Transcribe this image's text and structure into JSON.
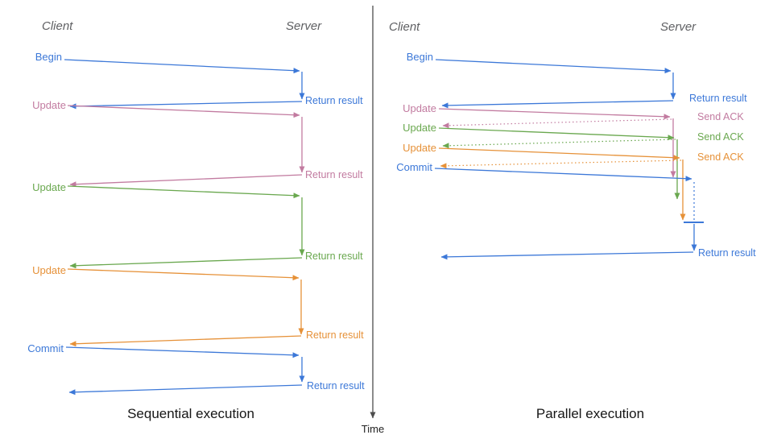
{
  "colors": {
    "blue": "#3c78d8",
    "pink": "#c27ba0",
    "green": "#6aa84f",
    "orange": "#e69138",
    "axis": "#4d4d4d"
  },
  "time_axis": {
    "label": "Time"
  },
  "left_panel": {
    "client_label": "Client",
    "server_label": "Server",
    "title": "Sequential execution",
    "messages": [
      {
        "label": "Begin",
        "response": "Return result",
        "color": "blue"
      },
      {
        "label": "Update",
        "response": "Return result",
        "color": "pink"
      },
      {
        "label": "Update",
        "response": "Return result",
        "color": "green"
      },
      {
        "label": "Update",
        "response": "Return result",
        "color": "orange"
      },
      {
        "label": "Commit",
        "response": "Return result",
        "color": "blue"
      }
    ]
  },
  "right_panel": {
    "client_label": "Client",
    "server_label": "Server",
    "title": "Parallel execution",
    "messages": [
      {
        "label": "Begin",
        "response": "Return result",
        "color": "blue"
      },
      {
        "label": "Update",
        "response": "Send ACK",
        "color": "pink"
      },
      {
        "label": "Update",
        "response": "Send ACK",
        "color": "green"
      },
      {
        "label": "Update",
        "response": "Send ACK",
        "color": "orange"
      },
      {
        "label": "Commit",
        "response": "Return result",
        "color": "blue"
      }
    ]
  }
}
